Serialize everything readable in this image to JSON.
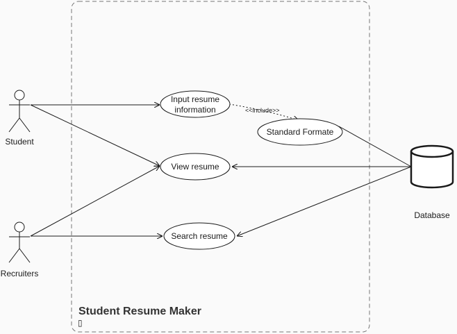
{
  "diagram": {
    "boundary_title": "Student Resume Maker",
    "boundary_marker": "▯",
    "actors": {
      "student": "Student",
      "recruiters": "Recruiters",
      "database": "Database"
    },
    "usecases": {
      "input_line1": "Input resume",
      "input_line2": "information",
      "standard": "Standard Formate",
      "view": "View resume",
      "search": "Search resume"
    },
    "include_label": "<<include>>"
  },
  "colors": {
    "background": "#fafafa",
    "line": "#1a1a1a",
    "boundary": "#777777"
  }
}
